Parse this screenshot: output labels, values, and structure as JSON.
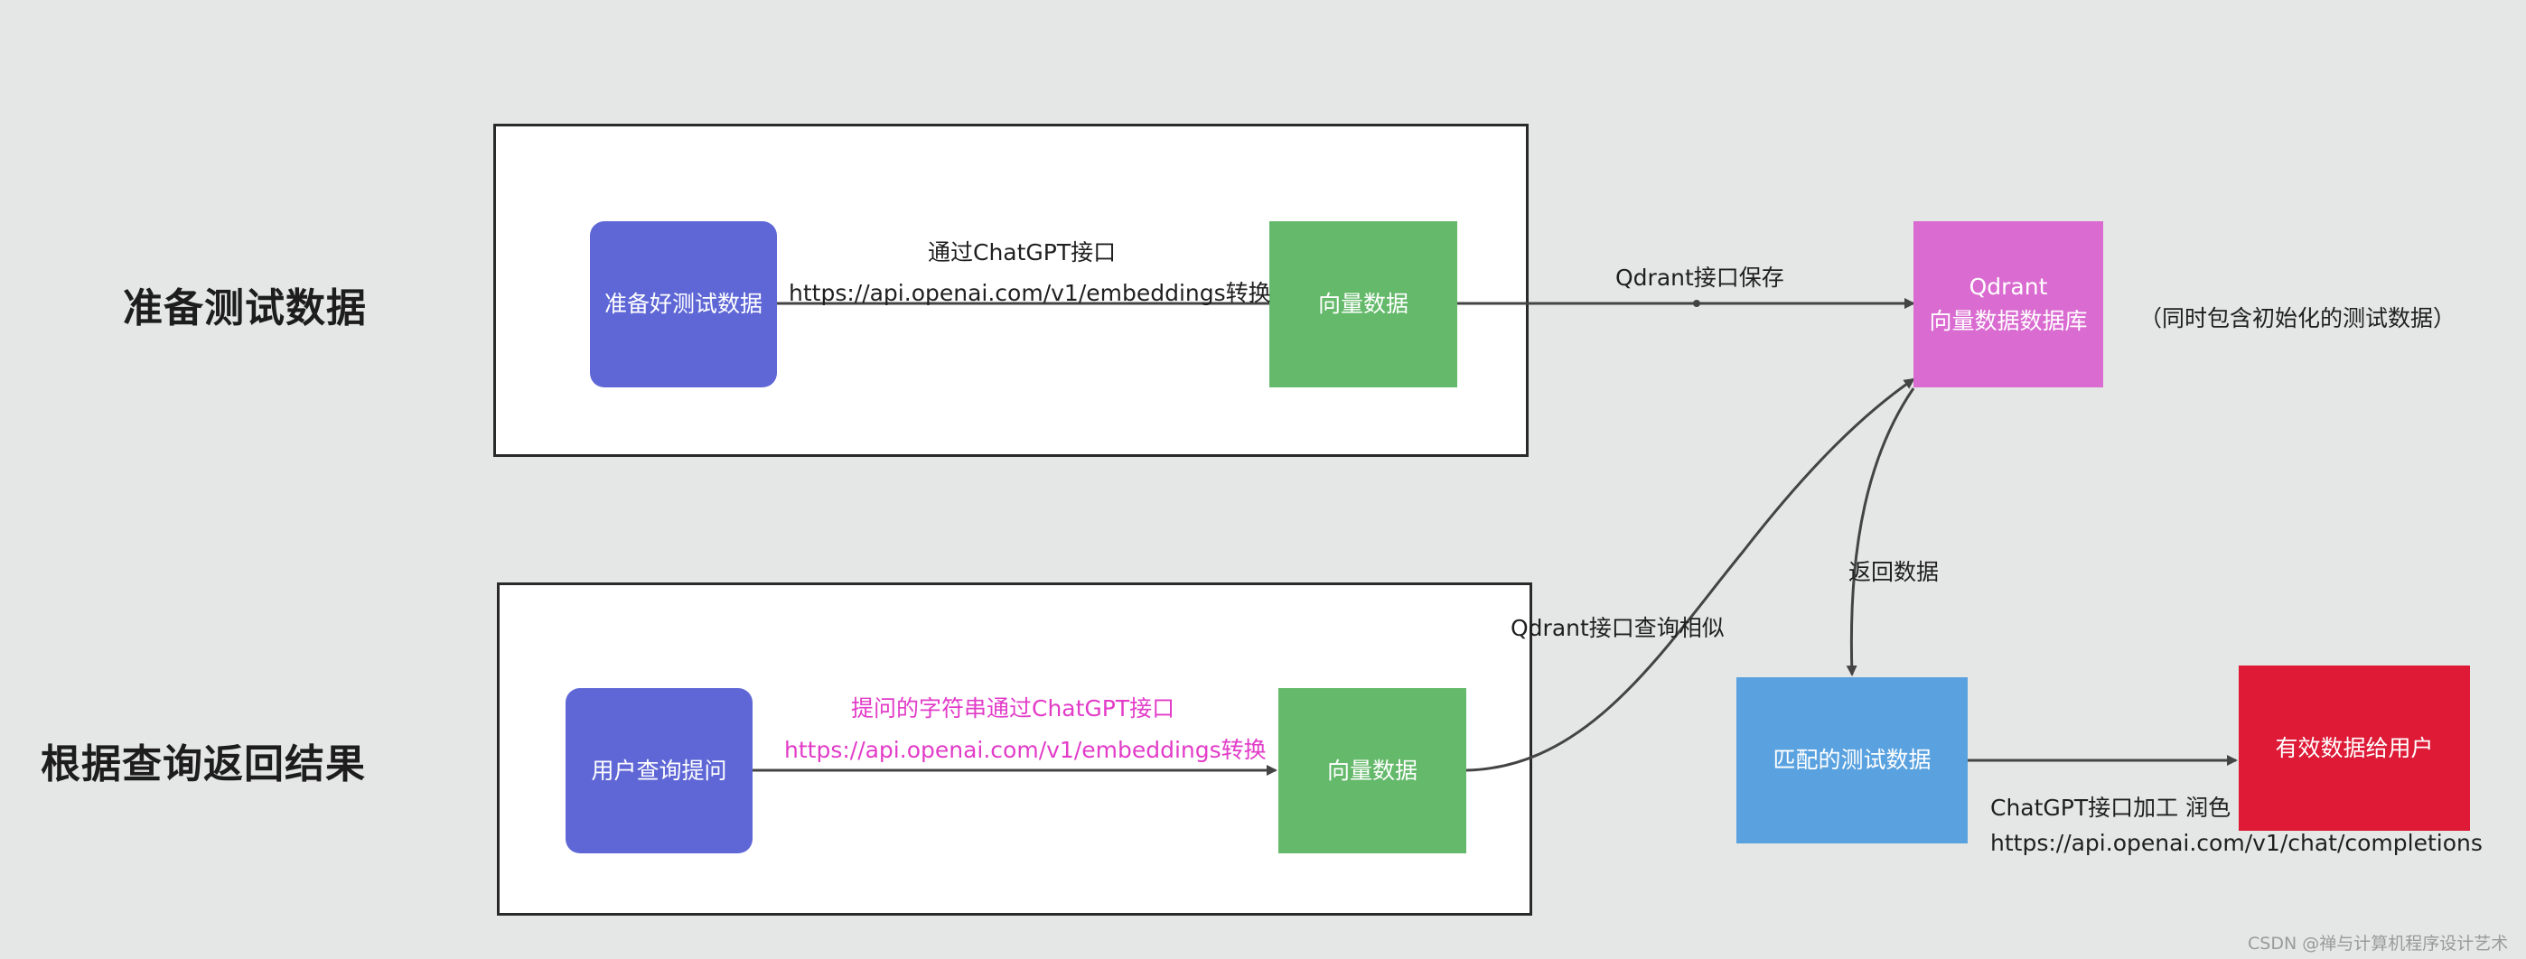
{
  "sections": {
    "prepare": "准备测试数据",
    "query": "根据查询返回结果"
  },
  "nodes": {
    "prepare_data": "准备好测试数据",
    "vector_top": "向量数据",
    "qdrant": "Qdrant\n向量数据数据库",
    "user_query": "用户查询提问",
    "vector_bottom": "向量数据",
    "matched": "匹配的测试数据",
    "valid": "有效数据给用户"
  },
  "labels": {
    "top_arrow_line1": "通过ChatGPT接口",
    "top_arrow_line2": "https://api.openai.com/v1/embeddings转换",
    "qdrant_save": "Qdrant接口保存",
    "qdrant_note": "（同时包含初始化的测试数据）",
    "return_data": "返回数据",
    "qdrant_query": "Qdrant接口查询相似",
    "bottom_arrow_line1": "提问的字符串通过ChatGPT接口",
    "bottom_arrow_line2": "https://api.openai.com/v1/embeddings转换",
    "gpt_process_line1": "ChatGPT接口加工 润色",
    "gpt_process_line2": "https://api.openai.com/v1/chat/completions"
  },
  "watermark": "CSDN @禅与计算机程序设计艺术",
  "colors": {
    "blue_violet": "#5f67d6",
    "green": "#64b96a",
    "magenta": "#da6bd1",
    "sky_blue": "#5aa2df",
    "red": "#de1a36",
    "pink_text": "#e23cc8"
  }
}
